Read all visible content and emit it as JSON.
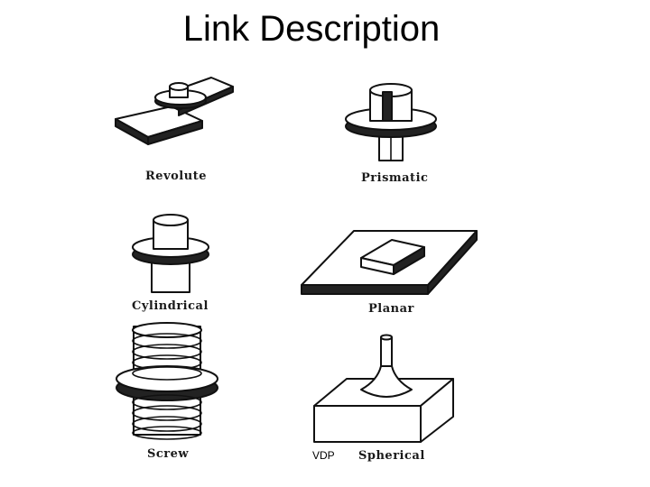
{
  "title": "Link Description",
  "labels": {
    "revolute": "Revolute",
    "prismatic": "Prismatic",
    "cylindrical": "Cylindrical",
    "planar": "Planar",
    "screw": "Screw",
    "spherical": "Spherical"
  },
  "footer": "VDP"
}
